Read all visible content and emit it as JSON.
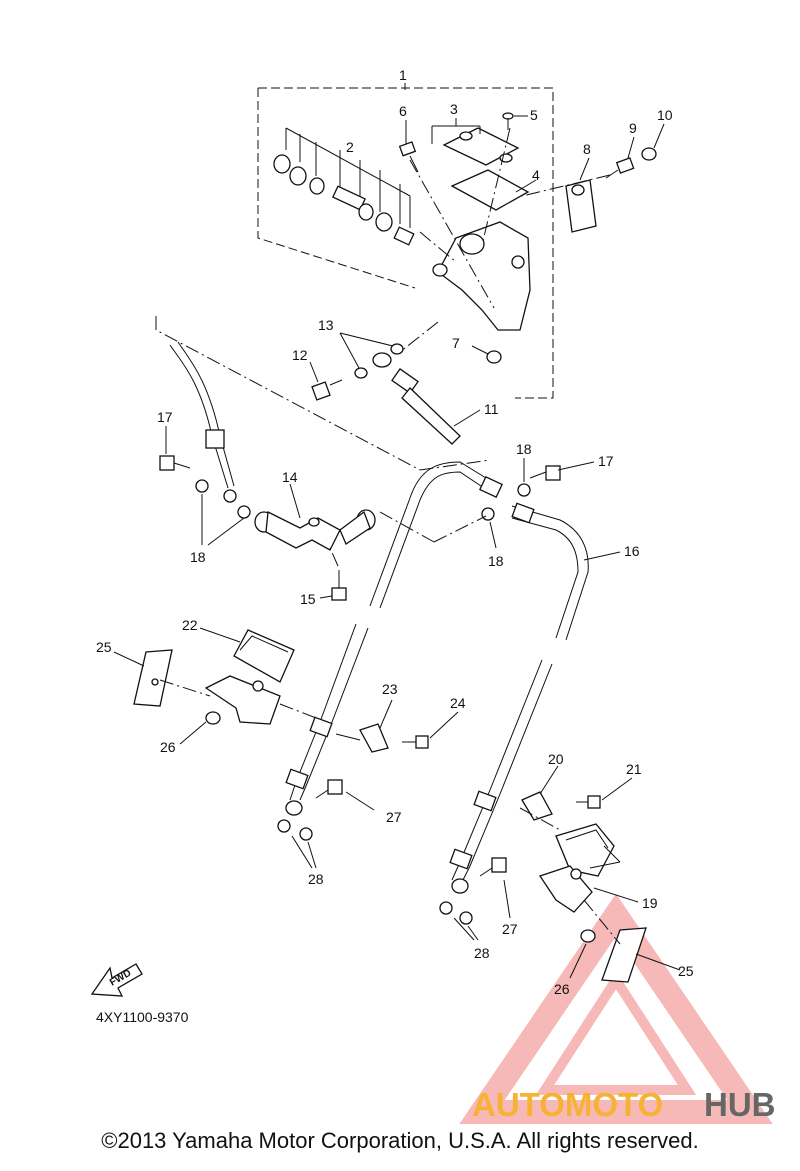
{
  "diagram_code": "4XY1100-9370",
  "fwd_label": "FWD",
  "copyright": "©2013 Yamaha Motor Corporation, U.S.A. All rights reserved.",
  "watermark": {
    "text_orange": "AUTOMOTO",
    "text_gray": "HUB",
    "orange": "#f7b233",
    "gray": "#666666",
    "red": "#ee4444"
  },
  "callouts": {
    "c1": "1",
    "c2": "2",
    "c3": "3",
    "c4": "4",
    "c5": "5",
    "c6": "6",
    "c7": "7",
    "c8": "8",
    "c9": "9",
    "c10": "10",
    "c11": "11",
    "c12": "12",
    "c13": "13",
    "c14": "14",
    "c15": "15",
    "c16": "16",
    "c17a": "17",
    "c17b": "17",
    "c18a": "18",
    "c18b": "18",
    "c18c": "18",
    "c19": "19",
    "c20": "20",
    "c21": "21",
    "c22": "22",
    "c23": "23",
    "c24": "24",
    "c25a": "25",
    "c25b": "25",
    "c26a": "26",
    "c26b": "26",
    "c27a": "27",
    "c27b": "27",
    "c28a": "28",
    "c28b": "28"
  }
}
